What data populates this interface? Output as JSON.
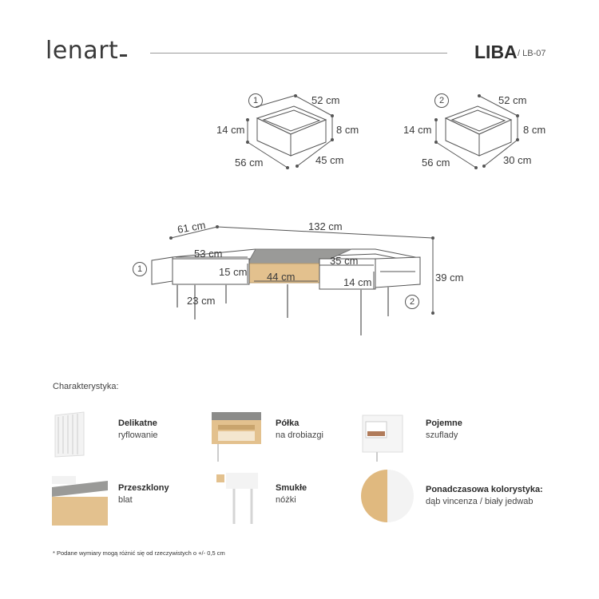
{
  "header": {
    "brand": "lenart",
    "product_name": "LIBA",
    "product_code": "/ LB-07"
  },
  "drawer_diagrams": [
    {
      "number": "1",
      "width": "52 cm",
      "height_outer": "14 cm",
      "height_inner": "8 cm",
      "depth_outer": "56 cm",
      "depth_inner": "45 cm"
    },
    {
      "number": "2",
      "width": "52 cm",
      "height_outer": "14 cm",
      "height_inner": "8 cm",
      "depth_outer": "56 cm",
      "depth_inner": "30 cm"
    }
  ],
  "table_diagram": {
    "depth": "61 cm",
    "length": "132 cm",
    "drawer_width": "53 cm",
    "shelf_height": "15 cm",
    "shelf_width": "44 cm",
    "right_width": "35 cm",
    "drawer_height": "14 cm",
    "total_height": "39 cm",
    "leg_height": "23 cm",
    "label_1": "1",
    "label_2": "2"
  },
  "features": {
    "section_title": "Charakterystyka:",
    "items": [
      {
        "title": "Delikatne",
        "subtitle": "ryflowanie",
        "icon": "fluted-edge-image"
      },
      {
        "title": "Półka",
        "subtitle": "na drobiazgi",
        "icon": "shelf-image"
      },
      {
        "title": "Pojemne",
        "subtitle": "szuflady",
        "icon": "drawer-image"
      },
      {
        "title": "Przeszklony",
        "subtitle": "blat",
        "icon": "glass-top-image"
      },
      {
        "title": "Smukłe",
        "subtitle": "nóżki",
        "icon": "legs-image"
      },
      {
        "title": "Ponadczasowa kolorystyka:",
        "subtitle": "dąb vincenza / biały jedwab",
        "icon": "color-swatch-image"
      }
    ]
  },
  "footnote": "* Podane wymiary mogą różnić się od rzeczywistych o +/- 0,5 cm",
  "colors": {
    "oak": "#e3c18e",
    "white": "#ffffff",
    "line": "#5a5a5a",
    "glass": "#9a9a98"
  }
}
